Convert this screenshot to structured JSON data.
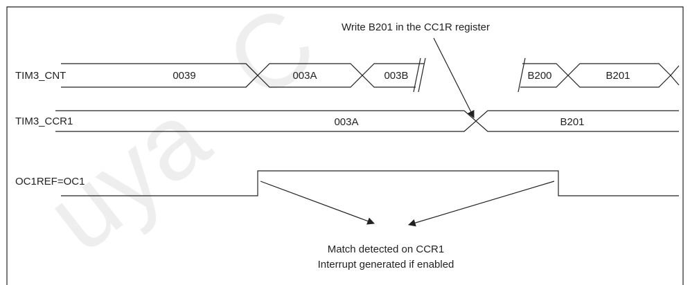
{
  "signals": {
    "cnt": {
      "name": "TIM3_CNT",
      "values": [
        "0039",
        "003A",
        "003B",
        "B200",
        "B201"
      ]
    },
    "ccr1": {
      "name": "TIM3_CCR1",
      "values": [
        "003A",
        "B201"
      ]
    },
    "oc1ref": {
      "name": "OC1REF=OC1"
    }
  },
  "annotations": {
    "write_note": "Write B201 in the CC1R register",
    "match_line1": "Match detected on CCR1",
    "match_line2": "Interrupt generated if enabled"
  },
  "colors": {
    "line": "#222222",
    "watermark": "#d0d0d0"
  }
}
